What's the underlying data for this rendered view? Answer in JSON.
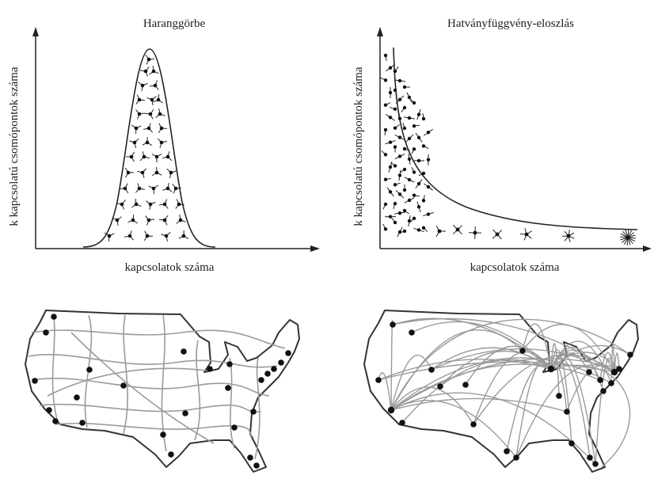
{
  "left_chart": {
    "title": "Haranggörbe",
    "xlabel": "kapcsolatok száma",
    "ylabel": "k kapcsolatú csomópontok száma",
    "curve": "bell"
  },
  "right_chart": {
    "title": "Hatványfüggvény-eloszlás",
    "xlabel": "kapcsolatok száma",
    "ylabel": "k kapcsolatú csomópontok száma",
    "curve": "power-law"
  },
  "left_map": {
    "network": "random",
    "style": "many local links, no hubs"
  },
  "right_map": {
    "network": "scale-free",
    "style": "few hubs with many long links"
  },
  "colors": {
    "ink": "#222222",
    "link": "#9a9a9a",
    "node": "#111111"
  }
}
